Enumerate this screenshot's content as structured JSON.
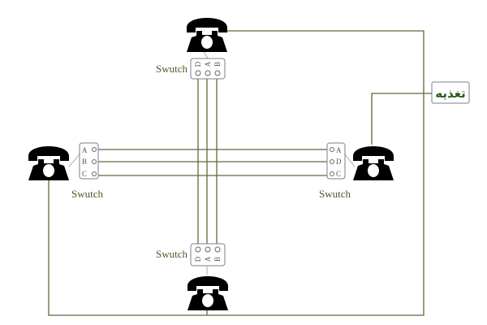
{
  "switch_label": "Swutch",
  "power_label": "تغذیه",
  "switches": {
    "top": [
      "D",
      "A",
      "B"
    ],
    "left": [
      "A",
      "B",
      "C"
    ],
    "right": [
      "A",
      "D",
      "C"
    ],
    "bottom": [
      "D",
      "A",
      "B"
    ]
  },
  "colors": {
    "wire": "#5f6b3a",
    "phone": "#000000",
    "power_text": "#2d5a1a"
  }
}
